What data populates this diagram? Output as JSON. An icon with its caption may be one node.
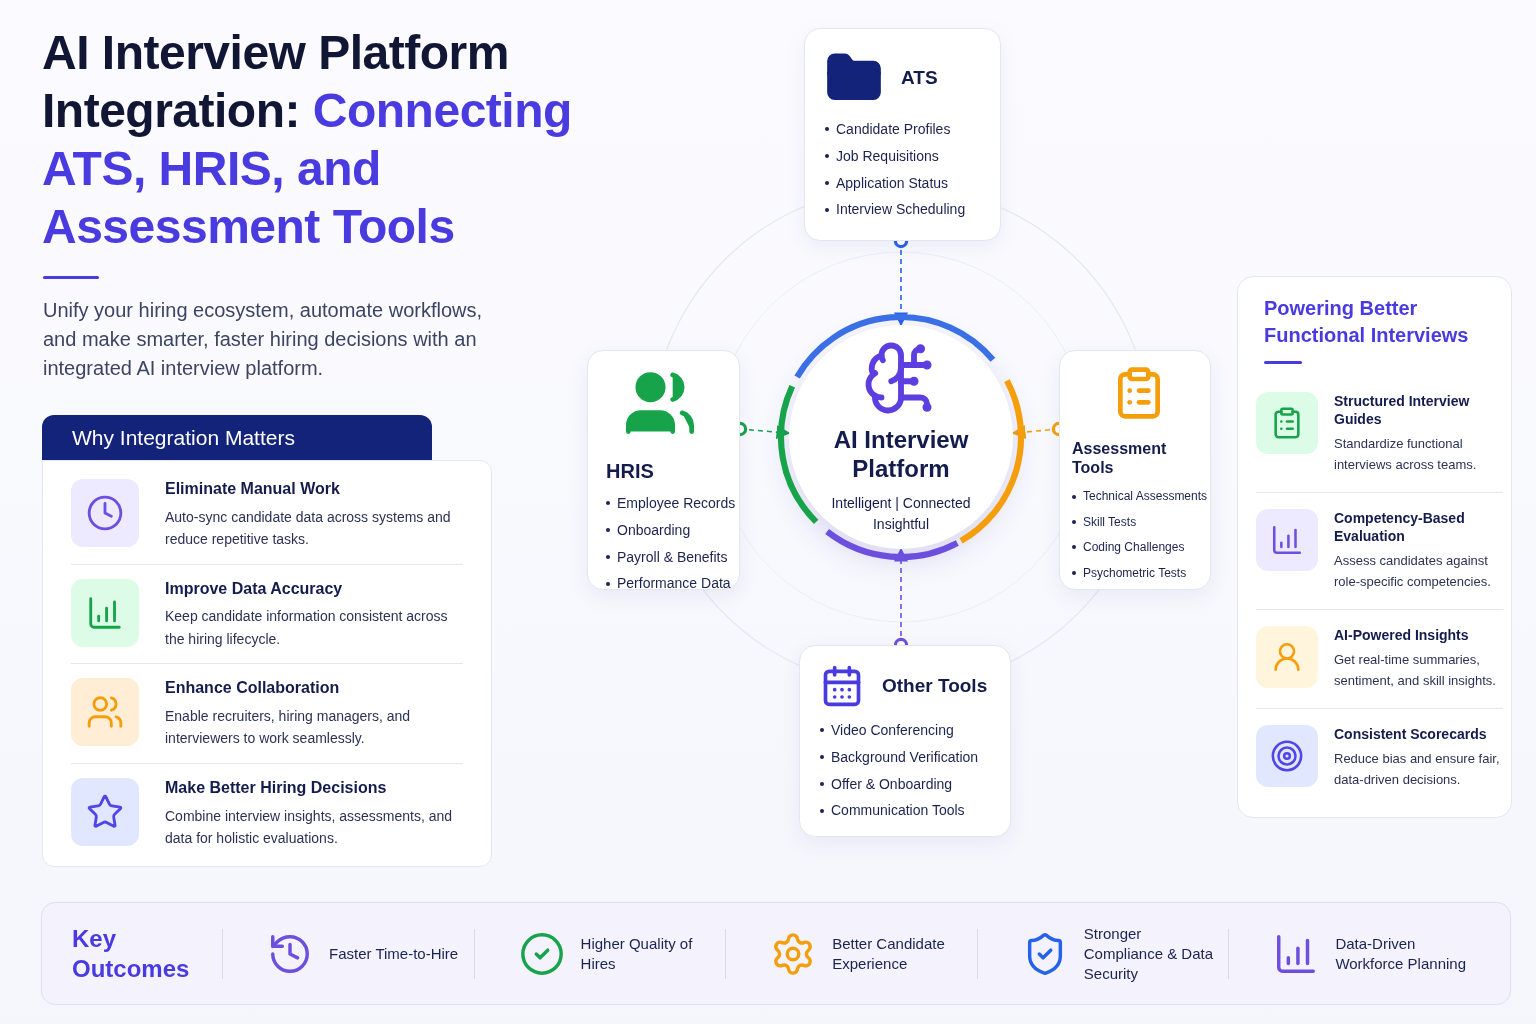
{
  "diagram": {
    "title": "AI Interview Platform Integration: **Connecting ATS, HRIS, and Assessment Tools**",
    "nodes": [
      {
        "text": [
          "AI Interview Platform",
          "Intelligent | Connected Insightful"
        ]
      },
      {
        "text": [
          "ATS",
          "Candidate Profiles",
          "Job Requisitions",
          "Application Status",
          "Interview Scheduling"
        ]
      },
      {
        "text": [
          "HRIS",
          "Employee Records",
          "Onboarding",
          "Payroll & Benefits",
          "Performance Data"
        ]
      },
      {
        "text": [
          "Assessment Tools",
          "Technical Assessments",
          "Skill Tests",
          "Coding Challenges",
          "Psychometric Tests"
        ]
      },
      {
        "text": [
          "Other Tools",
          "Video Conferencing",
          "Background Verification",
          "Offer & Onboarding",
          "Communication Tools"
        ]
      },
      {
        "text": [
          "Why Integration Matters"
        ]
      },
      {
        "text": [
          "Eliminate Manual Work",
          "Auto-sync candidate data across systems and reduce repetitive tasks."
        ],
        "in": 5
      },
      {
        "text": [
          "Improve Data Accuracy",
          "Keep candidate information consistent across the hiring lifecycle."
        ],
        "in": 5
      },
      {
        "text": [
          "Enhance Collaboration",
          "Enable recruiters, hiring managers, and interviewers to work seamlessly."
        ],
        "in": 5
      },
      {
        "text": [
          "Make Better Hiring Decisions",
          "Combine interview insights, assessments, and data for holistic evaluations."
        ],
        "in": 5
      },
      {
        "text": [
          "Powering Better Functional Interviews"
        ]
      },
      {
        "text": [
          "Structured Interview Guides",
          "Standardize functional interviews across teams."
        ],
        "in": 10
      },
      {
        "text": [
          "Competency-Based Evaluation",
          "Assess candidates against role-specific competencies."
        ],
        "in": 10
      },
      {
        "text": [
          "AI-Powered Insights",
          "Get real-time summaries, sentiment, and skill insights."
        ],
        "in": 10
      },
      {
        "text": [
          "Consistent Scorecards",
          "Reduce bias and ensure fair, data-driven decisions."
        ],
        "in": 10
      },
      {
        "text": [
          "Key Outcomes"
        ]
      },
      {
        "text": [
          "Faster Time-to-Hire"
        ],
        "in": 15
      },
      {
        "text": [
          "Higher Quality of Hires"
        ],
        "in": 15
      },
      {
        "text": [
          "Better Candidate Experience"
        ],
        "in": 15
      },
      {
        "text": [
          "Stronger Compliance & Data Security"
        ],
        "in": 15
      },
      {
        "text": [
          "Data-Driven Workforce Planning"
        ],
        "in": 15
      }
    ],
    "edges": [
      {
        "from": 1,
        "to": 0,
        "arrow": "to",
        "style": "dashed",
        "color": "#2563eb"
      },
      {
        "from": 2,
        "to": 0,
        "arrow": "to",
        "style": "dashed",
        "color": "#16a34a"
      },
      {
        "from": 3,
        "to": 0,
        "arrow": "to",
        "style": "dashed",
        "color": "#f59e0b"
      },
      {
        "from": 4,
        "to": 0,
        "arrow": "to",
        "style": "dashed",
        "color": "#6d4fe0"
      }
    ],
    "labels": [
      "Unify your hiring ecosystem, automate workflows, and make smarter, faster hiring decisions with an integrated AI interview platform."
    ]
  }
}
